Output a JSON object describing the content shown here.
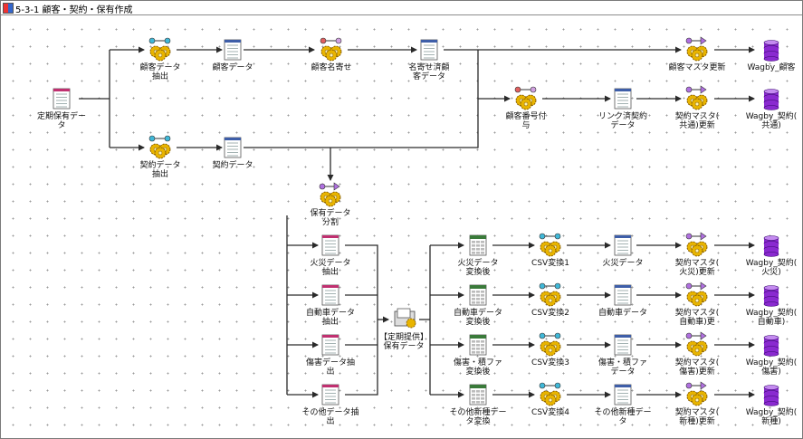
{
  "window": {
    "title": "5-3-1  顧客・契約・保有作成"
  },
  "icons": {
    "process": "gear-process-icon",
    "document": "document-icon",
    "file": "file-icon",
    "table": "table-icon",
    "database": "database-icon",
    "output": "output-process-icon"
  },
  "colors": {
    "line": "#2a2a2a",
    "gear": "#e8b400",
    "db": "#8a2ad0",
    "doc_blue": "#3e5ea8",
    "doc_pink": "#c03070",
    "doc_green": "#3a7a3a"
  },
  "nodes": [
    {
      "id": "teiki_hoyu",
      "label": "定期保有データ"
    },
    {
      "id": "kokyaku_chushutsu",
      "label": "顧客データ抽出"
    },
    {
      "id": "kokyaku_data",
      "label": "顧客データ"
    },
    {
      "id": "kokyaku_nayose",
      "label": "顧客名寄せ"
    },
    {
      "id": "nayose_zumi",
      "label": "名寄せ済顧客データ"
    },
    {
      "id": "kokyaku_master",
      "label": "顧客マスタ更新"
    },
    {
      "id": "wagby_kokyaku",
      "label": "Wagby_顧客"
    },
    {
      "id": "kokyaku_bango",
      "label": "顧客番号付与"
    },
    {
      "id": "link_zumi",
      "label": "リンク済契約データ"
    },
    {
      "id": "keiyaku_master_kyotsu",
      "label": "契約マスタ(共通)更新"
    },
    {
      "id": "wagby_keiyaku_kyotsu",
      "label": "Wagby_契約(共通)"
    },
    {
      "id": "keiyaku_chushutsu",
      "label": "契約データ抽出"
    },
    {
      "id": "keiyaku_data",
      "label": "契約データ"
    },
    {
      "id": "hoyu_bunkatsu",
      "label": "保有データ分割"
    },
    {
      "id": "kasai_chushutsu",
      "label": "火災データ抽出"
    },
    {
      "id": "jidosha_chushutsu",
      "label": "自動車データ抽出"
    },
    {
      "id": "shogai_chushutsu",
      "label": "傷害データ抽出"
    },
    {
      "id": "sonota_chushutsu",
      "label": "その他データ抽出"
    },
    {
      "id": "teiki_teikyo",
      "label": "【定期提供】保有データ"
    },
    {
      "id": "kasai_henkango",
      "label": "火災データ変換後"
    },
    {
      "id": "jidosha_henkango",
      "label": "自動車データ変換後"
    },
    {
      "id": "shogai_henkango",
      "label": "傷害・積ファ変換後"
    },
    {
      "id": "sonota_henkango",
      "label": "その他新種データ変換"
    },
    {
      "id": "csv1",
      "label": "CSV変換1"
    },
    {
      "id": "csv2",
      "label": "CSV変換2"
    },
    {
      "id": "csv3",
      "label": "CSV変換3"
    },
    {
      "id": "csv4",
      "label": "CSV変換4"
    },
    {
      "id": "kasai_data",
      "label": "火災データ"
    },
    {
      "id": "jidosha_data",
      "label": "自動車データ"
    },
    {
      "id": "shogai_data",
      "label": "傷害・積ファデータ"
    },
    {
      "id": "sonota_data",
      "label": "その他新種データ"
    },
    {
      "id": "keiyaku_master_kasai",
      "label": "契約マスタ(火災)更新"
    },
    {
      "id": "keiyaku_master_jidosha",
      "label": "契約マスタ(自動車)更"
    },
    {
      "id": "keiyaku_master_shogai",
      "label": "契約マスタ(傷害)更新"
    },
    {
      "id": "keiyaku_master_shinshu",
      "label": "契約マスタ(新種)更新"
    },
    {
      "id": "wagby_kasai",
      "label": "Wagby_契約(火災)"
    },
    {
      "id": "wagby_jidosha",
      "label": "Wagby_契約(自動車)"
    },
    {
      "id": "wagby_shogai",
      "label": "Wagby_契約(傷害)"
    },
    {
      "id": "wagby_shinshu",
      "label": "Wagby_契約(新種)"
    }
  ]
}
